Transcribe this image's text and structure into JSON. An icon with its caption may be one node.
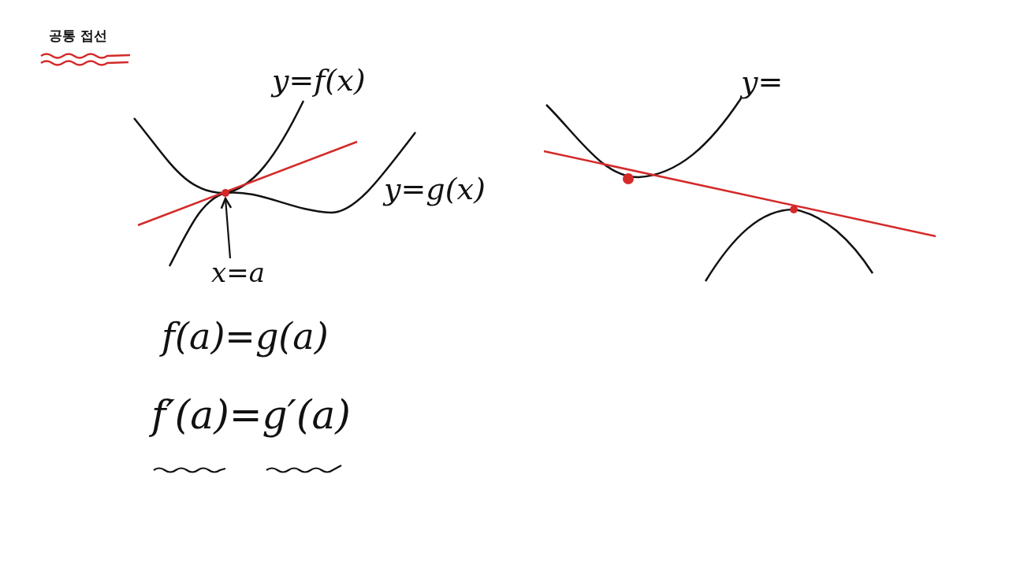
{
  "diagram": {
    "title": "공통 접선",
    "nodes": [
      {
        "text": [
          "x=a"
        ]
      },
      {
        "text": [],
        "shape": "circle"
      }
    ],
    "edges": [
      {
        "from": 0,
        "to": 1,
        "arrow": "to"
      }
    ],
    "labels": [
      "y=f(x)",
      "y=g(x)",
      "y=",
      "f(a)=g(a)",
      "f′(a)=g′(a)"
    ]
  }
}
